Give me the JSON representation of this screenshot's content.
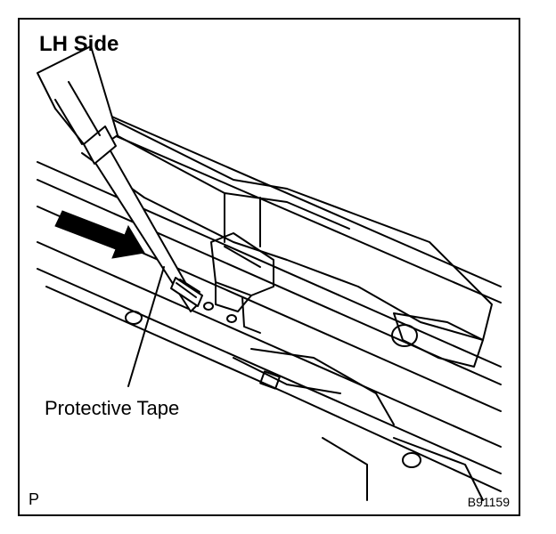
{
  "diagram": {
    "title": "LH Side",
    "callout_label": "Protective Tape",
    "page_code": "P",
    "figure_id": "B91159"
  },
  "icons": {
    "arrow": "direction-arrow-icon",
    "tool": "screwdriver-icon"
  },
  "colors": {
    "ink": "#000000",
    "paper": "#ffffff"
  }
}
